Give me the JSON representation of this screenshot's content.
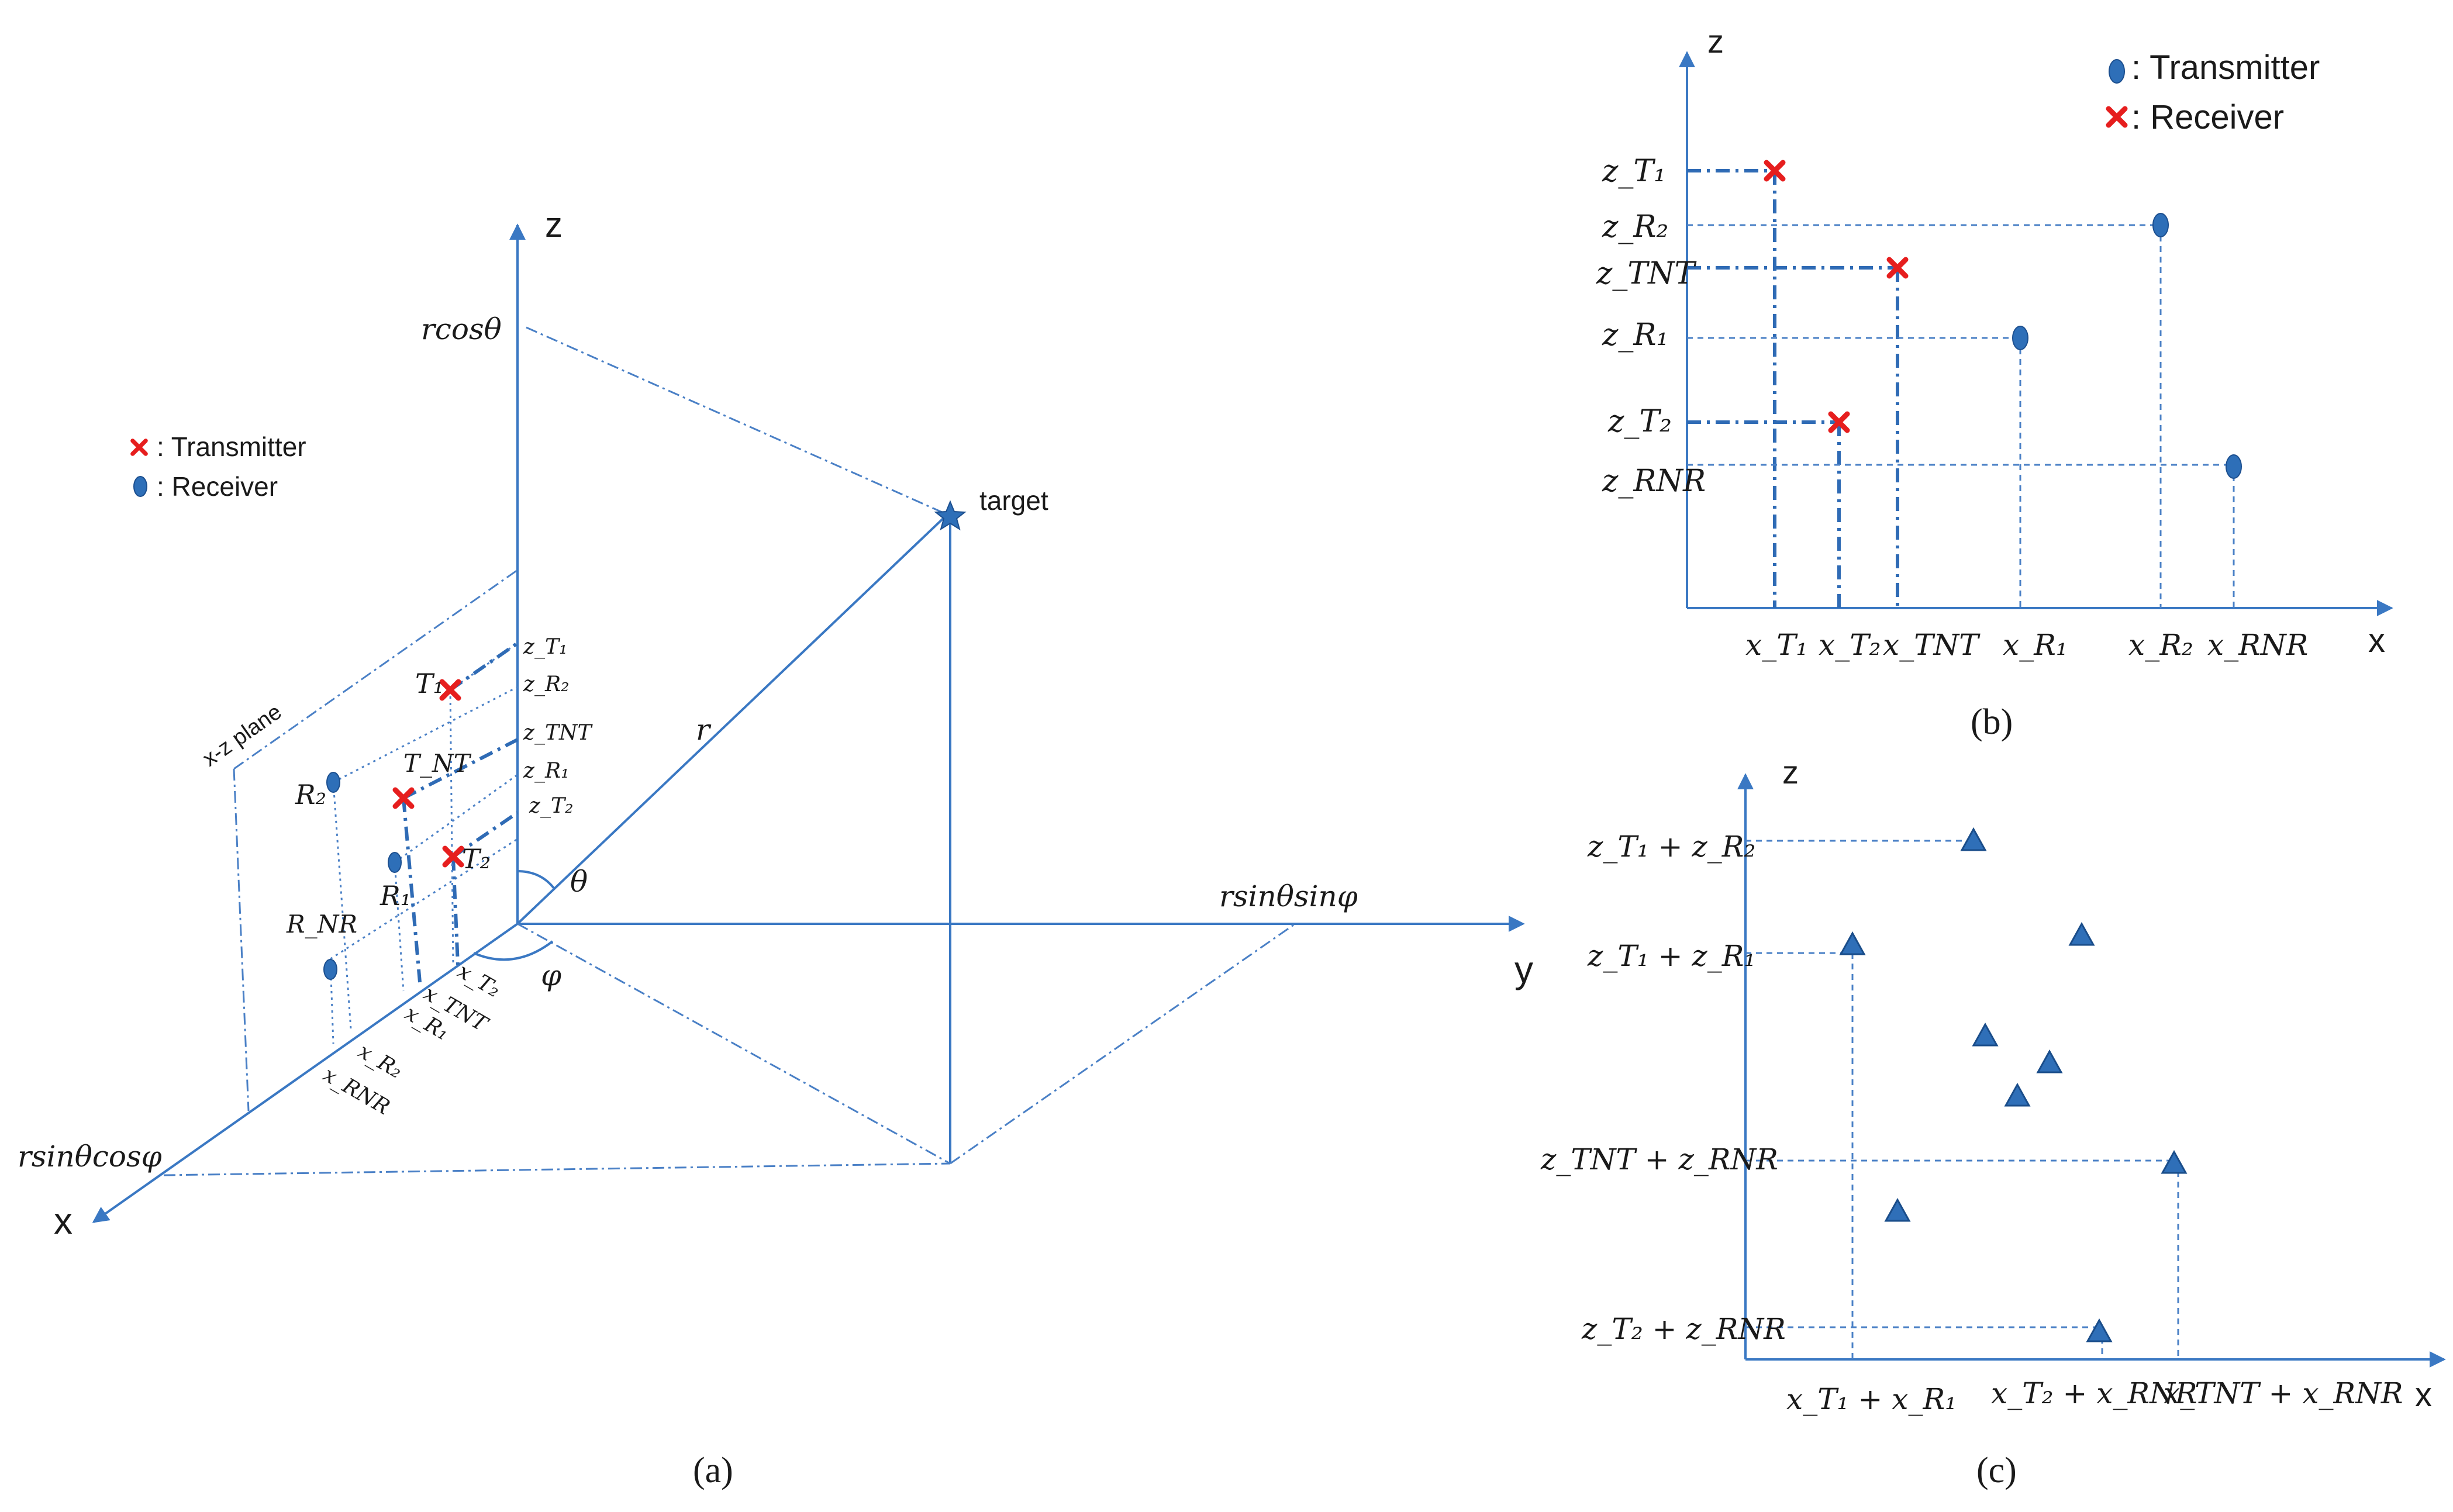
{
  "panel_a": {
    "caption": "(a)",
    "legend_transmitter": ": Transmitter",
    "legend_receiver": ": Receiver",
    "axis_x": "x",
    "axis_y": "y",
    "axis_z": "z",
    "rcos": "rcosθ",
    "target": "target",
    "r": "r",
    "theta": "θ",
    "phi": "φ",
    "rsinsin": "rsinθsinφ",
    "rsincos": "rsinθcosφ",
    "plane": "x-z plane",
    "labels": {
      "T1": "T₁",
      "TNT": "T_NT",
      "T2": "T₂",
      "R2": "R₂",
      "R1": "R₁",
      "RNR": "R_NR",
      "zT1": "z_T₁",
      "zR2": "z_R₂",
      "zTNT": "z_TNT",
      "zR1": "z_R₁",
      "zT2": "z_T₂",
      "xT2": "x_T₂",
      "xTNT": "x_TNT",
      "xR1": "x_R₁",
      "xR2": "x_R₂",
      "xRNR": "x_RNR"
    }
  },
  "panel_b": {
    "caption": "(b)",
    "legend_transmitter": ": Transmitter",
    "legend_receiver": ": Receiver",
    "axis_x": "x",
    "axis_z": "z",
    "zlabels": [
      "z_T₁",
      "z_R₂",
      "z_TNT",
      "z_R₁",
      "z_T₂",
      "z_RNR"
    ],
    "xlabels": [
      "x_T₁",
      "x_T₂",
      "x_TNT",
      "x_R₁",
      "x_R₂",
      "x_RNR"
    ]
  },
  "panel_c": {
    "caption": "(c)",
    "axis_x": "x",
    "axis_z": "z",
    "zlabels": [
      "z_T₁ + z_R₂",
      "z_T₁ + z_R₁",
      "z_TNT + z_RNR",
      "z_T₂ + z_RNR"
    ],
    "xlabels": [
      "x_T₁ + x_R₁",
      "x_T₂ + x_RNR",
      "x_TNT + x_RNR"
    ]
  },
  "colors": {
    "axis": "#3a78c3",
    "transmitter": "#e61e1e",
    "receiver": "#2e6fb8"
  }
}
